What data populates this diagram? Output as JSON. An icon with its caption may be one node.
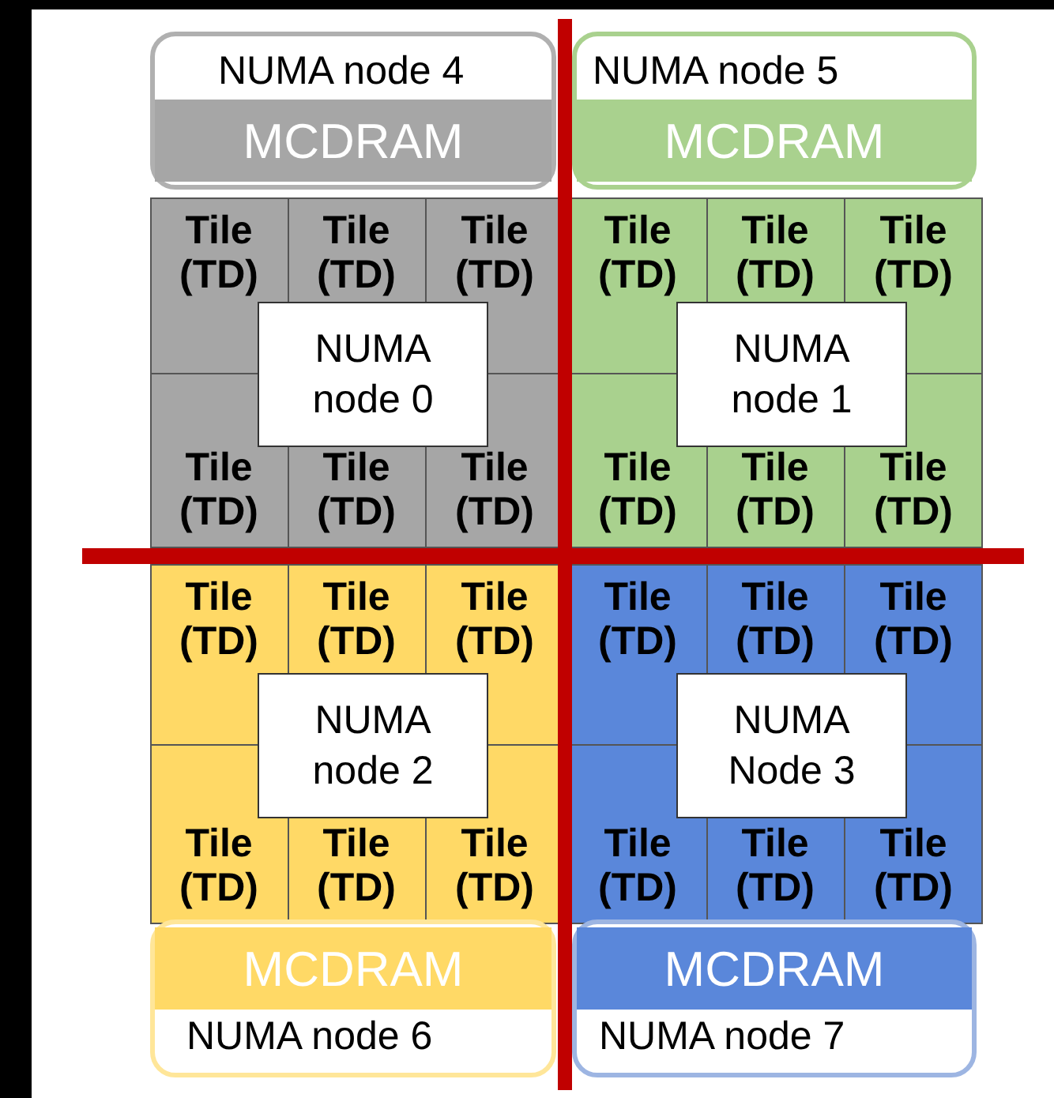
{
  "diagram": {
    "nodes": [
      {
        "text": [
          "NUMA node 4"
        ]
      },
      {
        "text": [
          "MCDRAM"
        ],
        "in": 0
      },
      {
        "text": [
          "NUMA node 5"
        ]
      },
      {
        "text": [
          "MCDRAM"
        ],
        "in": 2
      },
      {
        "text": [],
        "shape": "box"
      },
      {
        "text": [
          "Tile (TD)"
        ],
        "in": 4
      },
      {
        "text": [
          "Tile (TD)"
        ],
        "in": 4
      },
      {
        "text": [
          "Tile (TD)"
        ],
        "in": 4
      },
      {
        "text": [
          "Tile (TD)"
        ],
        "in": 4
      },
      {
        "text": [
          "Tile (TD)"
        ],
        "in": 4
      },
      {
        "text": [
          "Tile (TD)"
        ],
        "in": 4
      },
      {
        "text": [
          "NUMA node 0"
        ],
        "in": 4
      },
      {
        "text": [],
        "shape": "box"
      },
      {
        "text": [
          "Tile (TD)"
        ],
        "in": 12
      },
      {
        "text": [
          "Tile (TD)"
        ],
        "in": 12
      },
      {
        "text": [
          "Tile (TD)"
        ],
        "in": 12
      },
      {
        "text": [
          "Tile (TD)"
        ],
        "in": 12
      },
      {
        "text": [
          "Tile (TD)"
        ],
        "in": 12
      },
      {
        "text": [
          "Tile (TD)"
        ],
        "in": 12
      },
      {
        "text": [
          "NUMA node 1"
        ],
        "in": 12
      },
      {
        "text": [],
        "shape": "box"
      },
      {
        "text": [
          "Tile (TD)"
        ],
        "in": 20
      },
      {
        "text": [
          "Tile (TD)"
        ],
        "in": 20
      },
      {
        "text": [
          "Tile (TD)"
        ],
        "in": 20
      },
      {
        "text": [
          "Tile (TD)"
        ],
        "in": 20
      },
      {
        "text": [
          "Tile (TD)"
        ],
        "in": 20
      },
      {
        "text": [
          "Tile (TD)"
        ],
        "in": 20
      },
      {
        "text": [
          "NUMA node 2"
        ],
        "in": 20
      },
      {
        "text": [],
        "shape": "box"
      },
      {
        "text": [
          "Tile (TD)"
        ],
        "in": 28
      },
      {
        "text": [
          "Tile (TD)"
        ],
        "in": 28
      },
      {
        "text": [
          "Tile (TD)"
        ],
        "in": 28
      },
      {
        "text": [
          "Tile (TD)"
        ],
        "in": 28
      },
      {
        "text": [
          "Tile (TD)"
        ],
        "in": 28
      },
      {
        "text": [
          "Tile (TD)"
        ],
        "in": 28
      },
      {
        "text": [
          "NUMA Node 3"
        ],
        "in": 28
      },
      {
        "text": [
          "NUMA node 6"
        ]
      },
      {
        "text": [
          "MCDRAM"
        ],
        "in": 36
      },
      {
        "text": [
          "NUMA node 7"
        ]
      },
      {
        "text": [
          "MCDRAM"
        ],
        "in": 38
      }
    ]
  }
}
